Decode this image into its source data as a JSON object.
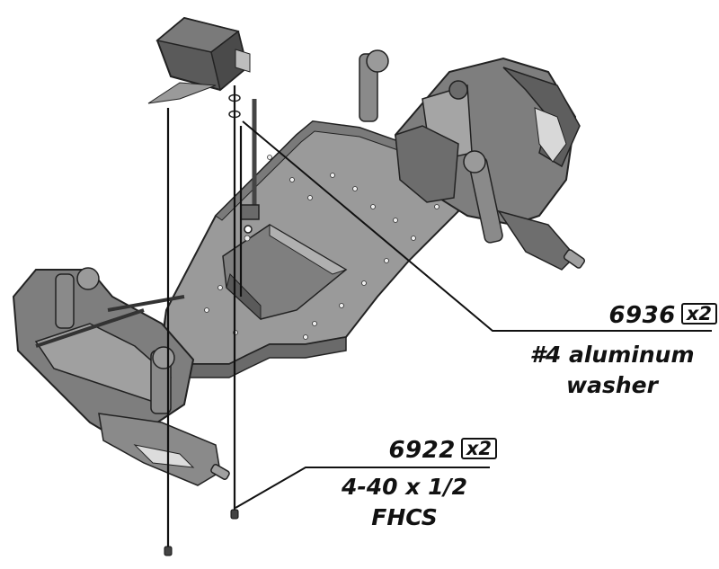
{
  "callouts": [
    {
      "part_number": "6936",
      "quantity": "x2",
      "description": [
        "#4 aluminum",
        "washer"
      ]
    },
    {
      "part_number": "6922",
      "quantity": "x2",
      "description": [
        "4-40 x 1/2",
        "FHCS"
      ]
    }
  ],
  "colors": {
    "part_fill": "#8c8c8c",
    "part_dark": "#5e5e5e",
    "part_light": "#a9a9a9",
    "outline": "#222222",
    "text": "#111111"
  }
}
